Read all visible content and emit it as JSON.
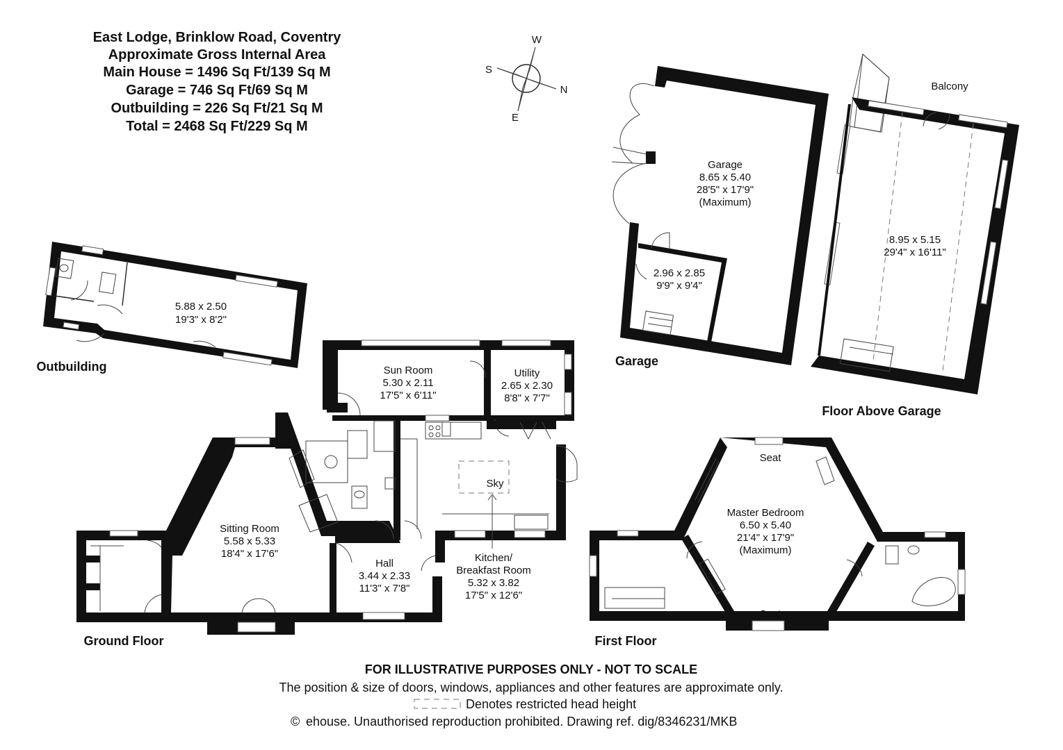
{
  "header": {
    "title": "East Lodge, Brinklow Road, Coventry",
    "subtitle": "Approximate Gross Internal Area",
    "main_house": "Main House = 1496 Sq Ft/139 Sq M",
    "garage": "Garage = 746 Sq Ft/69 Sq M",
    "outbuilding": "Outbuilding = 226 Sq Ft/21 Sq M",
    "total": "Total = 2468 Sq Ft/229 Sq M"
  },
  "compass": {
    "w": "W",
    "s": "S",
    "n": "N",
    "e": "E"
  },
  "outbuilding": {
    "label": "Outbuilding",
    "room": {
      "dim_m": "5.88 x 2.50",
      "dim_ft": "19'3\" x 8'2\""
    }
  },
  "garage": {
    "label": "Garage",
    "main": {
      "name": "Garage",
      "dim_m": "8.65 x 5.40",
      "dim_ft": "28'5\" x 17'9\"",
      "note": "(Maximum)"
    },
    "store": {
      "dim_m": "2.96 x 2.85",
      "dim_ft": "9'9\" x 9'4\""
    }
  },
  "floor_above_garage": {
    "label": "Floor Above Garage",
    "balcony": "Balcony",
    "room": {
      "dim_m": "8.95 x 5.15",
      "dim_ft": "29'4\" x 16'11\""
    }
  },
  "ground_floor": {
    "label": "Ground Floor",
    "sun_room": {
      "name": "Sun Room",
      "dim_m": "5.30 x 2.11",
      "dim_ft": "17'5\" x 6'11\""
    },
    "utility": {
      "name": "Utility",
      "dim_m": "2.65 x 2.30",
      "dim_ft": "8'8\" x 7'7\""
    },
    "sky": "Sky",
    "sitting_room": {
      "name": "Sitting Room",
      "dim_m": "5.58 x 5.33",
      "dim_ft": "18'4\" x 17'6\""
    },
    "hall": {
      "name": "Hall",
      "dim_m": "3.44 x 2.33",
      "dim_ft": "11'3\" x 7'8\""
    },
    "kitchen": {
      "name1": "Kitchen/",
      "name2": "Breakfast Room",
      "dim_m": "5.32 x 3.82",
      "dim_ft": "17'5\" x 12'6\""
    }
  },
  "first_floor": {
    "label": "First Floor",
    "seat_top": "Seat",
    "seat_bottom": "Seat",
    "master": {
      "name": "Master Bedroom",
      "dim_m": "6.50 x 5.40",
      "dim_ft": "21'4\" x 17'9\"",
      "note": "(Maximum)"
    }
  },
  "footer": {
    "disclaimer": "FOR ILLUSTRATIVE PURPOSES ONLY - NOT TO SCALE",
    "line2": "The position & size of doors, windows, appliances and other features are approximate only.",
    "line3": "Denotes restricted head height",
    "line4": "ehouse. Unauthorised reproduction prohibited. Drawing ref. dig/8346231/MKB",
    "copyright": "©"
  }
}
